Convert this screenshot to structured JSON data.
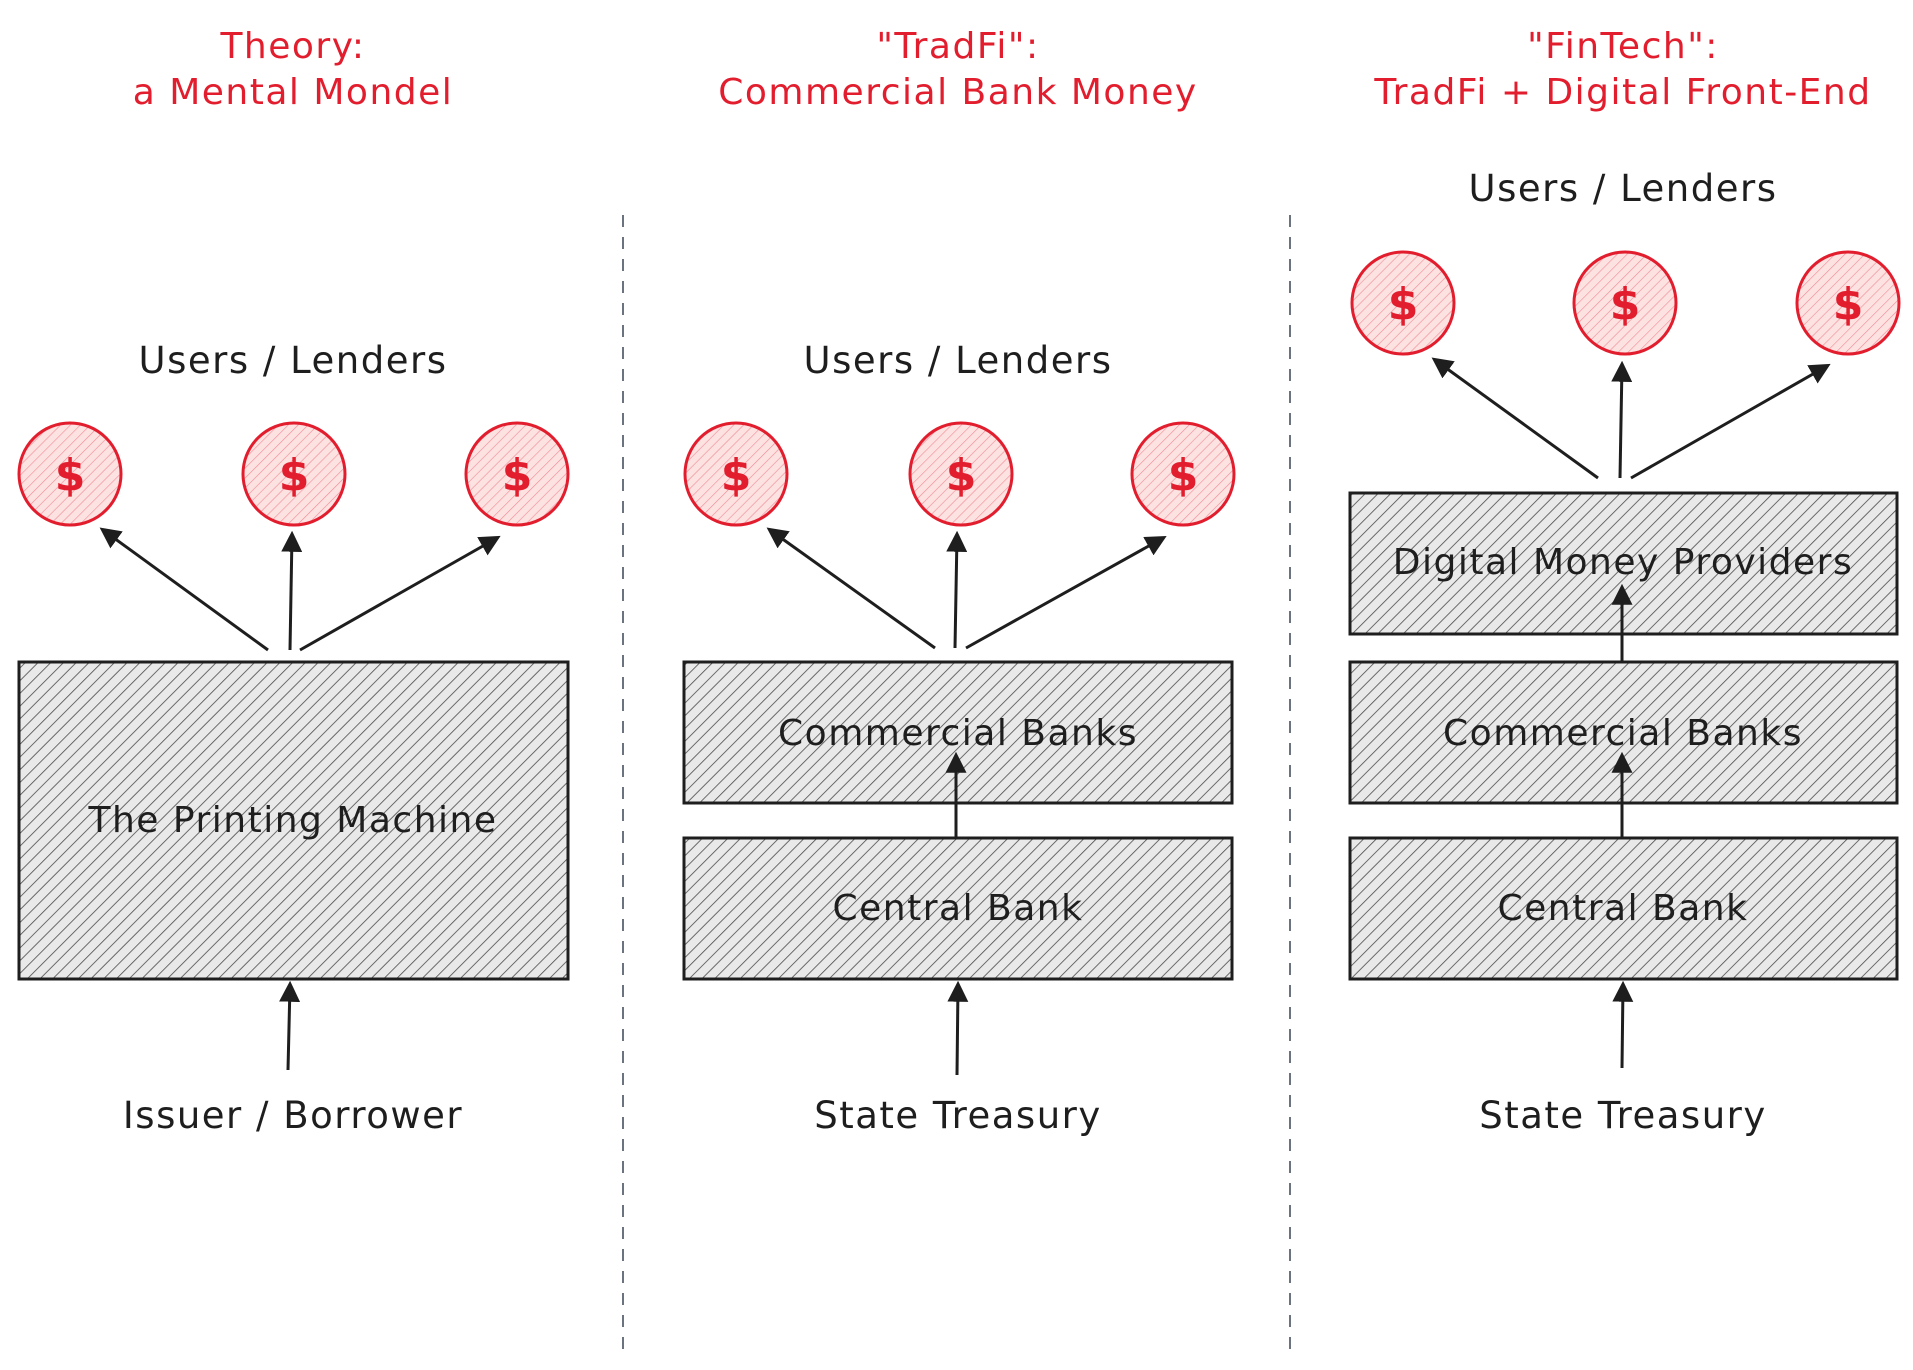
{
  "columns": [
    {
      "title_line1": "Theory:",
      "title_line2": "a Mental Mondel",
      "top_label": "Users / Lenders",
      "boxes": [
        "The Printing Machine"
      ],
      "bottom_label": "Issuer / Borrower",
      "coin_symbol": "$"
    },
    {
      "title_line1": "\"TradFi\":",
      "title_line2": "Commercial Bank Money",
      "top_label": "Users / Lenders",
      "boxes": [
        "Commercial Banks",
        "Central Bank"
      ],
      "bottom_label": "State Treasury",
      "coin_symbol": "$"
    },
    {
      "title_line1": "\"FinTech\":",
      "title_line2": "TradFi + Digital Front-End",
      "top_label": "Users / Lenders",
      "boxes": [
        "Digital Money Providers",
        "Commercial Banks",
        "Central Bank"
      ],
      "bottom_label": "State Treasury",
      "coin_symbol": "$"
    }
  ],
  "colors": {
    "accent_red": "#e21e2e",
    "ink": "#1e1e1e",
    "divider": "#6b7280",
    "box_hatch": "#4b4b4b",
    "coin_fill": "#fde2e2"
  }
}
